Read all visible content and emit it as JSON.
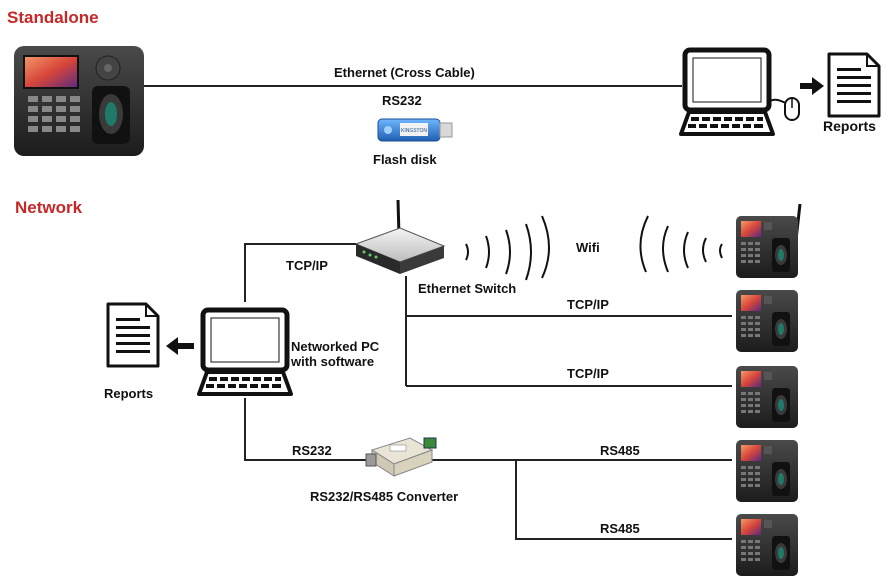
{
  "standalone": {
    "title": "Standalone",
    "ethernet_label": "Ethernet  (Cross Cable)",
    "rs232_label": "RS232",
    "flash_label": "Flash disk",
    "reports_label": "Reports",
    "flash_brand_text": "KINGSTON"
  },
  "network": {
    "title": "Network",
    "tcpip_router_label": "TCP/IP",
    "ethernet_switch_label": "Ethernet Switch",
    "wifi_label": "Wifi",
    "pc_label_line1": "Networked PC",
    "pc_label_line2": "with software",
    "reports_label": "Reports",
    "rs232_label": "RS232",
    "converter_label": "RS232/RS485 Converter",
    "branch_labels": [
      "TCP/IP",
      "TCP/IP",
      "RS485",
      "RS485"
    ]
  },
  "colors": {
    "section_title": "#c62828",
    "line": "#222222",
    "device_body": "#2b2b2b",
    "device_screen": "#e0604a",
    "flash_blue": "#2f7fd6"
  }
}
